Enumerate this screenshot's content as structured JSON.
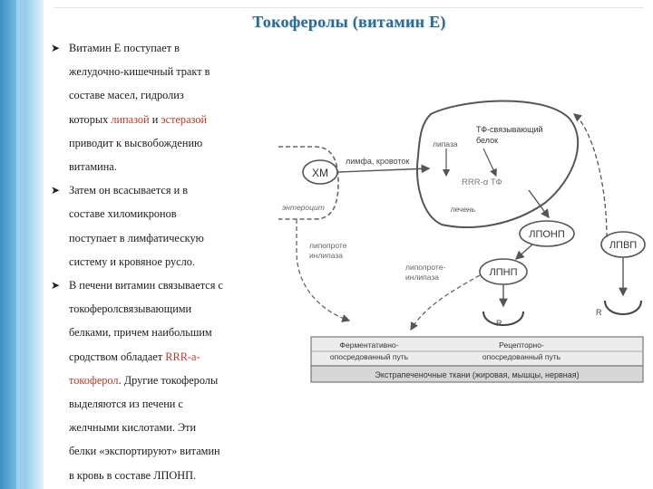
{
  "slide": {
    "title": "Токоферолы (витамин Е)",
    "bullets": [
      {
        "lines": [
          {
            "text": "Витамин Е поступает в"
          },
          {
            "text": "желудочно-кишечный тракт в"
          },
          {
            "text": "составе масел, гидролиз"
          },
          {
            "pre": "которых ",
            "hl1": "липазой",
            "mid": " и ",
            "hl2": "эстеразой"
          },
          {
            "text": "приводит к высвобождению"
          },
          {
            "text": "витамина."
          }
        ]
      },
      {
        "lines": [
          {
            "text": "Затем он всасывается и в"
          },
          {
            "text": "составе хиломикронов"
          },
          {
            "text": "поступает в лимфатическую"
          },
          {
            "text": "систему и кровяное русло."
          }
        ]
      },
      {
        "lines": [
          {
            "text": "В печени витамин связывается с"
          },
          {
            "text": "токоферолсвязывающими"
          },
          {
            "text": "белками, причем наибольшим"
          },
          {
            "pre": "сродством обладает ",
            "hl": "RRR-a-"
          },
          {
            "hl": "токоферол",
            "post": ". Другие токоферолы"
          },
          {
            "text": "выделяются из печени с"
          },
          {
            "text": "желчными кислотами. Эти"
          },
          {
            "text": "белки «экспортируют» витамин"
          },
          {
            "text": "в кровь в составе ЛПОНП."
          }
        ]
      }
    ]
  },
  "diagram": {
    "xm": "ХМ",
    "enterocyte": "энтероцит",
    "lymph_blood": "лимфа, кровоток",
    "lipase": "липаза",
    "tf_protein_1": "ТФ-связывающий",
    "tf_protein_2": "белок",
    "rrr_tf": "RRR-α ТФ",
    "liver": "печень",
    "lponp": "ЛПОНП",
    "lpvp": "ЛПВП",
    "lpnp": "ЛПНП",
    "lpl_left_1": "липопроте",
    "lpl_left_2": "инлипаза",
    "lpl_mid_1": "липопроте-",
    "lpl_mid_2": "инлипаза",
    "r1": "R",
    "r2": "R",
    "enzymatic_1": "Ферментативно-",
    "enzymatic_2": "опосредованный путь",
    "receptor_1": "Рецепторно-",
    "receptor_2": "опосредованный путь",
    "tissues": "Экстрапеченочные ткани (жировая, мышцы, нервная)"
  }
}
